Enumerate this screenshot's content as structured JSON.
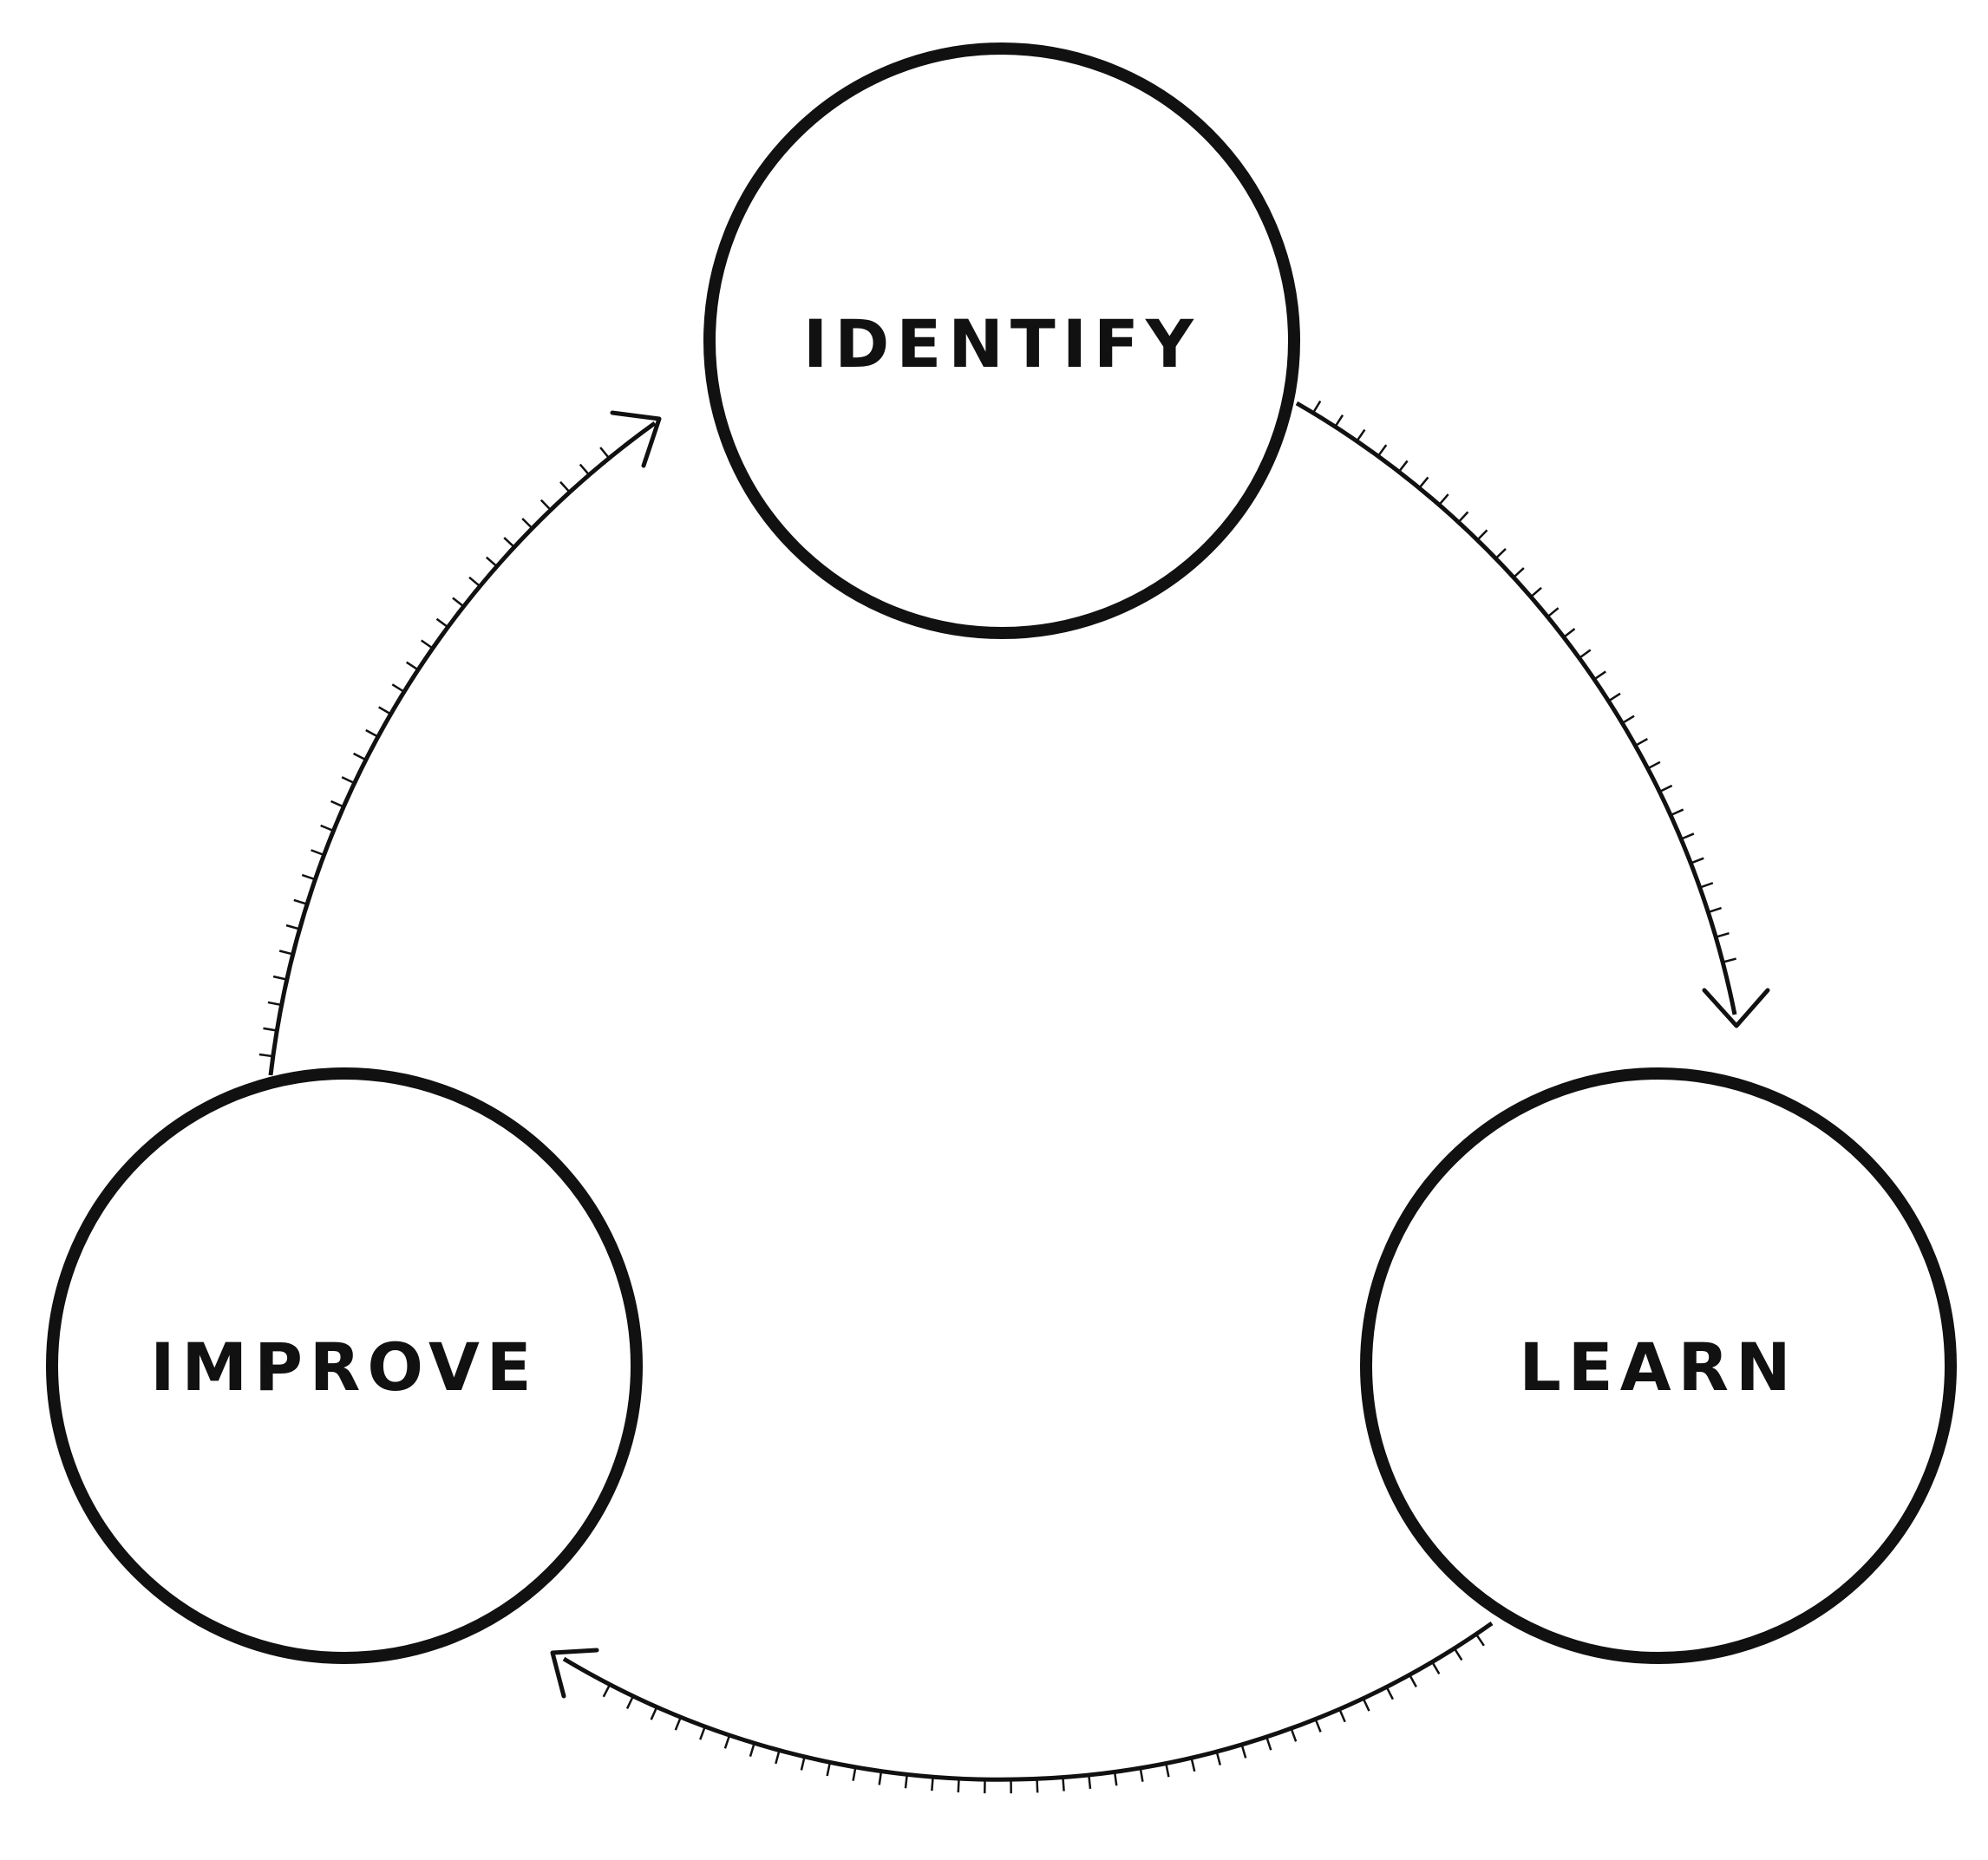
{
  "diagram": {
    "nodes": [
      {
        "id": "identify",
        "label": "IDENTIFY"
      },
      {
        "id": "learn",
        "label": "LEARN"
      },
      {
        "id": "improve",
        "label": "IMPROVE"
      }
    ],
    "colors": {
      "stroke": "#111111",
      "background": "#ffffff"
    }
  }
}
